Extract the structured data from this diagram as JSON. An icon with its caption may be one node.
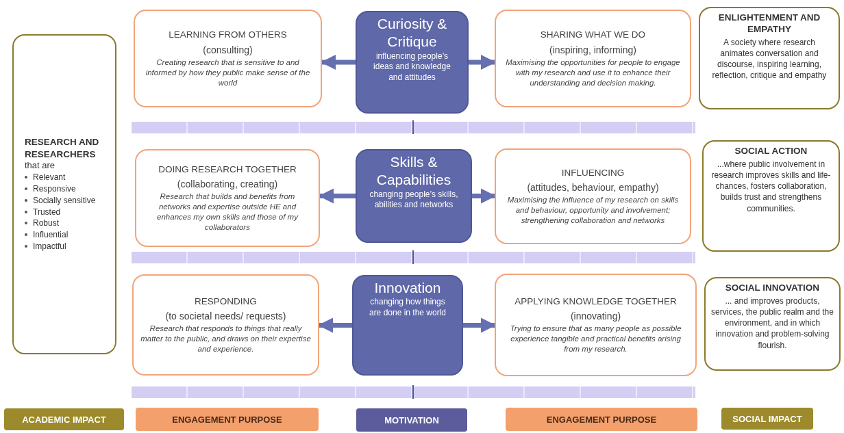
{
  "diagram": {
    "nodes": [
      {
        "text": [
          "RESEARCH AND RESEARCHERS",
          "that are",
          "Relevant",
          "Responsive",
          "Socially sensitive",
          "Trusted",
          "Robust",
          "Influential",
          "Impactful"
        ]
      },
      {
        "text": [
          "LEARNING FROM OTHERS",
          "(consulting)",
          "Creating research that is sensitive to and informed by how they public make sense of the world"
        ]
      },
      {
        "text": [
          "Curiosity & Critique",
          "influencing people’s ideas and knowledge and attitudes"
        ]
      },
      {
        "text": [
          "SHARING WHAT WE DO",
          "(inspiring, informing)",
          "Maximising the opportunities for people to engage with my research and use it to enhance their understanding and decision making."
        ]
      },
      {
        "text": [
          "ENLIGHTENMENT AND EMPATHY",
          "A society where research animates conversation and discourse, inspiring learning, reflection, critique and empathy"
        ]
      },
      {
        "text": [
          "DOING RESEARCH TOGETHER",
          "(collaborating, creating)",
          "Research that builds and benefits from networks and expertise outside HE and enhances my own skills and those of my collaborators"
        ]
      },
      {
        "text": [
          "Skills & Capabilities",
          "changing people’s skills, abilities and networks"
        ]
      },
      {
        "text": [
          "INFLUENCING",
          "(attitudes, behaviour, empathy)",
          "Maximising the influence of my research on skills and behaviour, opportunity and involvement; strengthening collaboration and networks"
        ]
      },
      {
        "text": [
          "SOCIAL ACTION",
          "...where public involvement in research improves skills and life-chances, fosters collaboration, builds trust and strengthens communities."
        ]
      },
      {
        "text": [
          "RESPONDING",
          "(to societal needs/ requests)",
          "Research that responds to things that really matter to the public, and draws on their expertise and experience."
        ]
      },
      {
        "text": [
          "Innovation",
          "changing  how things are done in the world"
        ]
      },
      {
        "text": [
          "APPLYING KNOWLEDGE TOGETHER",
          "(innovating)",
          "Trying to ensure that as many people as possible experience tangible and practical benefits arising from my research."
        ]
      },
      {
        "text": [
          "SOCIAL INNOVATION",
          "... and improves products, services, the public realm and the environment, and in which innovation and problem-solving flourish."
        ]
      },
      {
        "text": [
          "ACADEMIC IMPACT"
        ]
      },
      {
        "text": [
          "ENGAGEMENT PURPOSE"
        ]
      },
      {
        "text": [
          "MOTIVATION"
        ]
      },
      {
        "text": [
          "ENGAGEMENT PURPOSE"
        ]
      },
      {
        "text": [
          "SOCIAL IMPACT"
        ]
      }
    ],
    "edges": [
      {
        "from": 2,
        "to": 1,
        "arrow": "to"
      },
      {
        "from": 2,
        "to": 3,
        "arrow": "to"
      },
      {
        "from": 6,
        "to": 5,
        "arrow": "to"
      },
      {
        "from": 6,
        "to": 7,
        "arrow": "to"
      },
      {
        "from": 10,
        "to": 9,
        "arrow": "to"
      },
      {
        "from": 10,
        "to": 11,
        "arrow": "to"
      }
    ]
  }
}
